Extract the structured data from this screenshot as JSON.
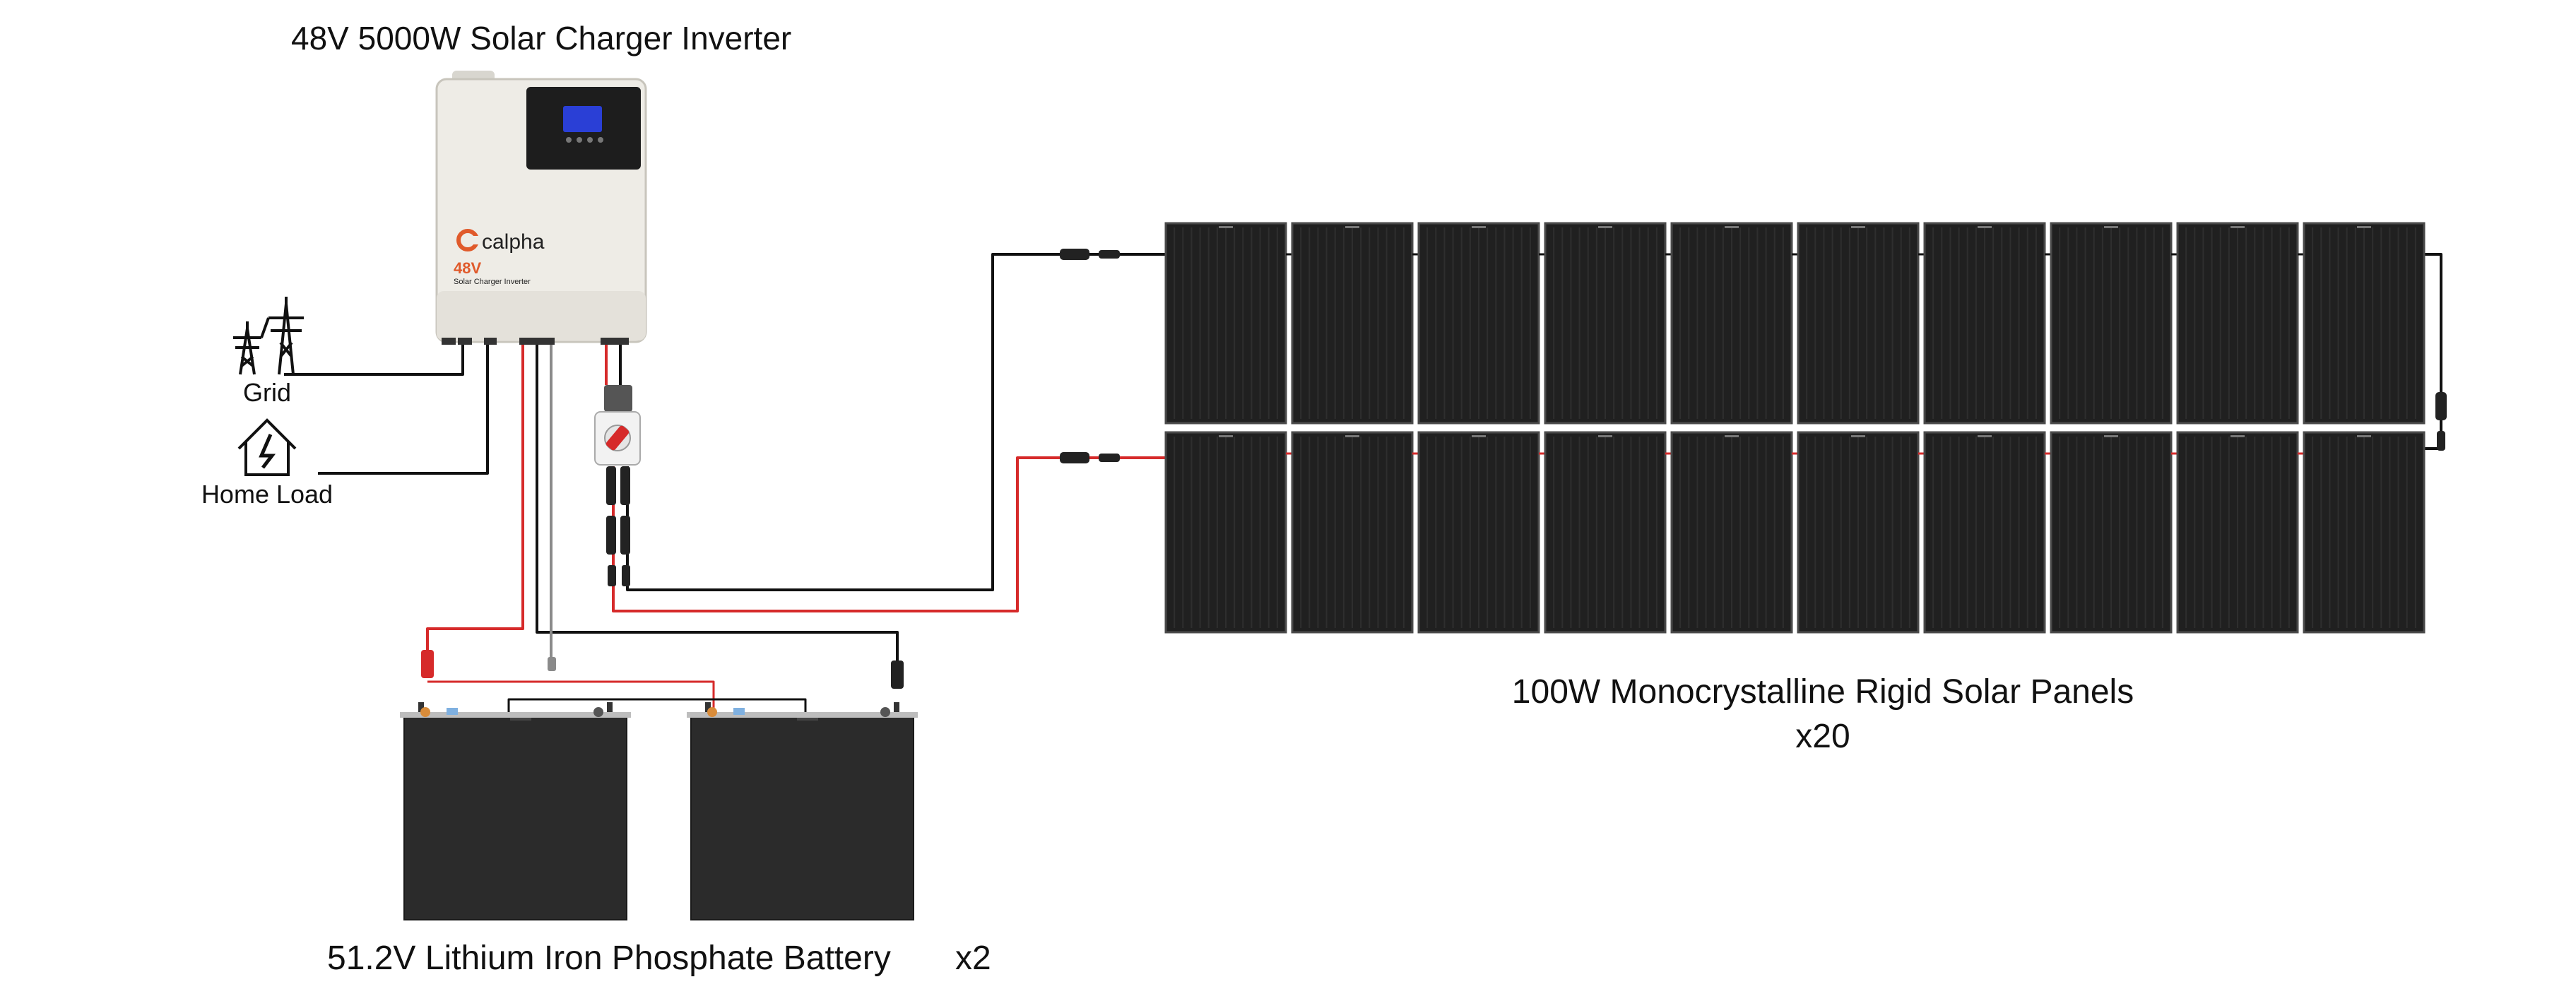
{
  "inverter": {
    "title": "48V 5000W Solar Charger Inverter",
    "brand": "calpha",
    "voltage_badge": "48V",
    "subtitle": "Solar Charger Inverter",
    "body_color": "#eeece6",
    "screen_color": "#2a3fd6",
    "brand_color": "#e05a2b"
  },
  "grid": {
    "label": "Grid",
    "icon": "power-tower-icon"
  },
  "home_load": {
    "label": "Home Load",
    "icon": "house-lightning-icon"
  },
  "breaker": {
    "icon": "dc-isolator-switch-icon"
  },
  "battery": {
    "label": "51.2V Lithium Iron Phosphate Battery",
    "quantity": "x2",
    "count": 2,
    "color": "#2b2b2b"
  },
  "solar_panels": {
    "label": "100W Monocrystalline Rigid Solar Panels",
    "quantity": "x20",
    "rows": 2,
    "per_row": 10,
    "color": "#202020"
  },
  "wires": {
    "positive_color": "#d62a2a",
    "negative_color": "#111111",
    "ground_color": "#8a8a8a"
  }
}
